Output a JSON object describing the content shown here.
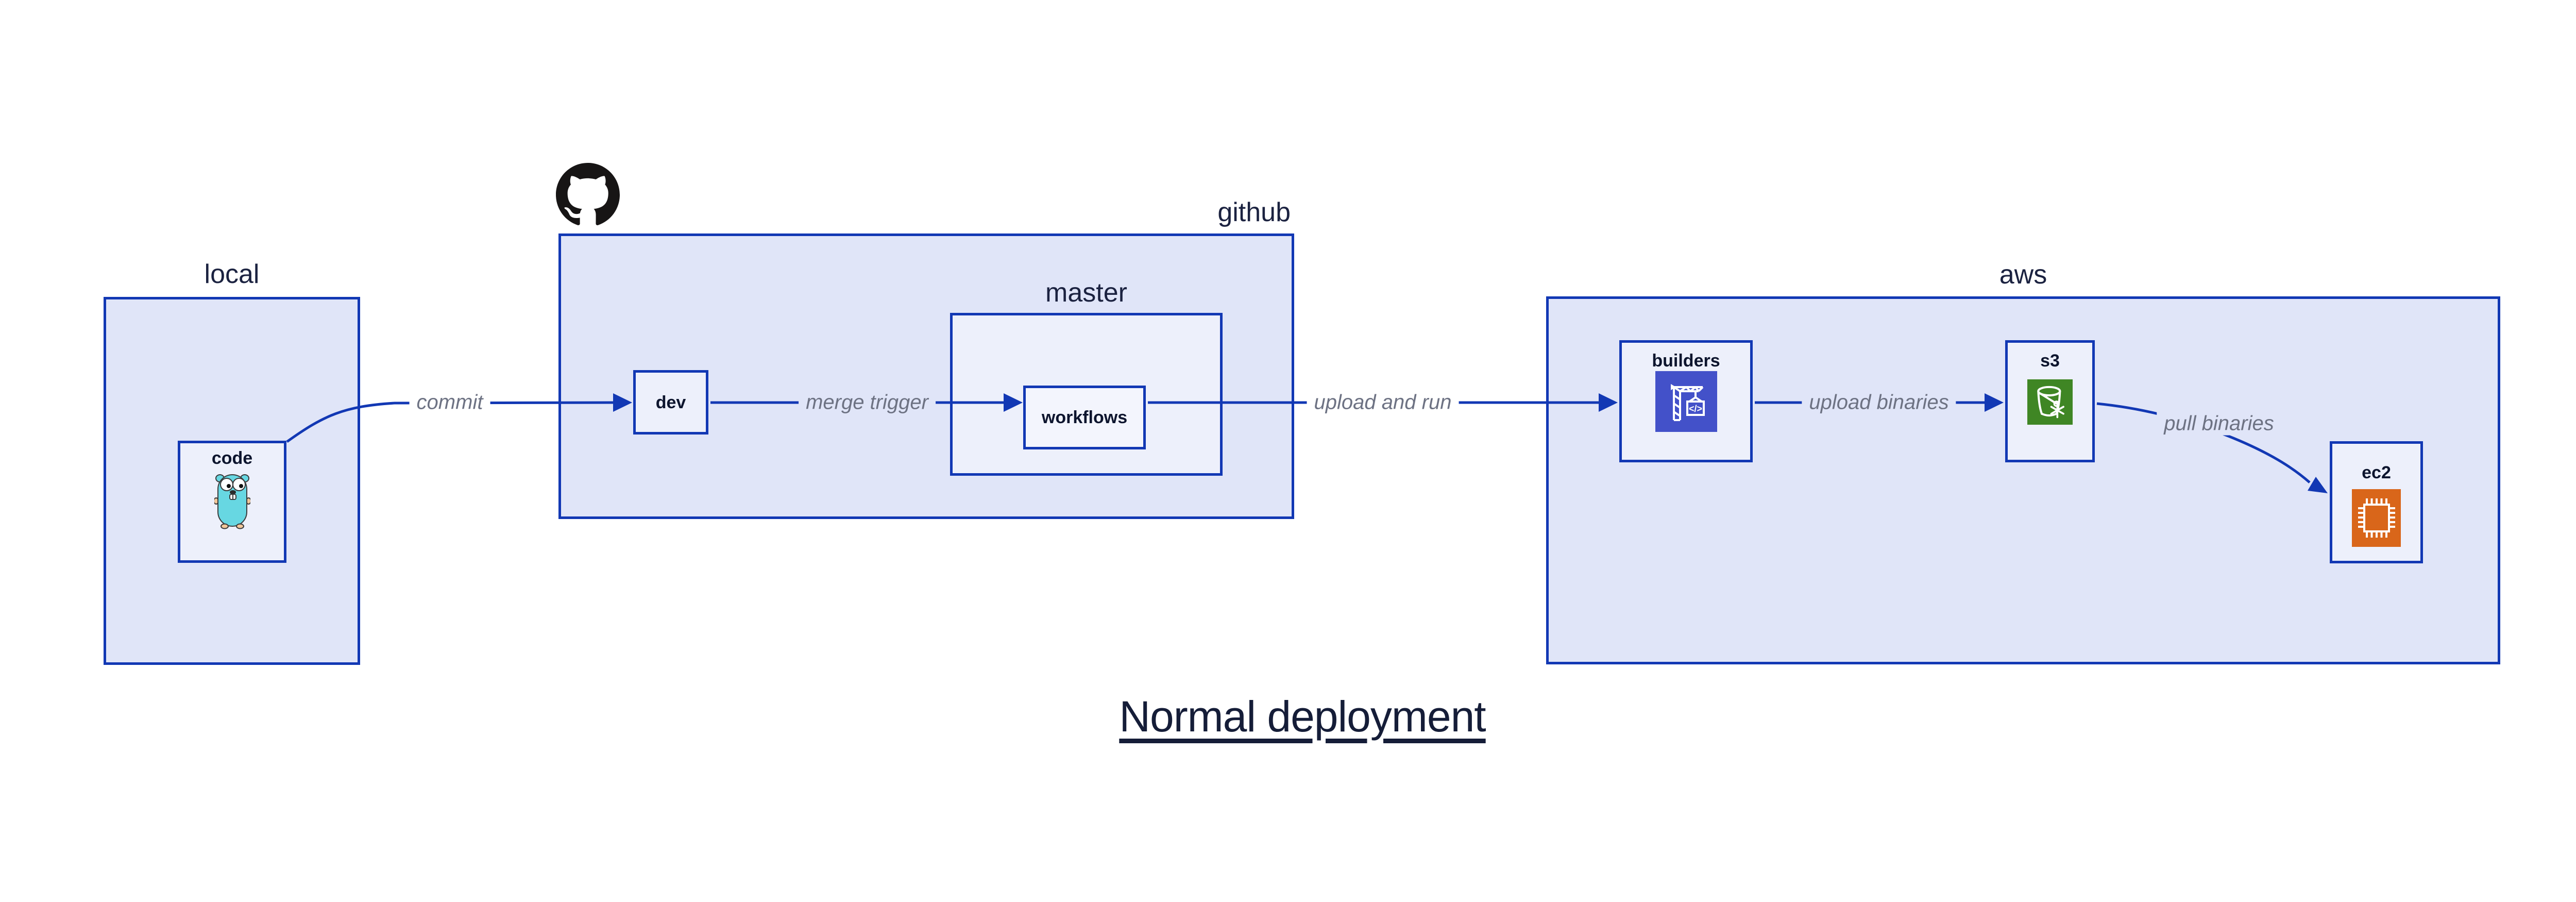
{
  "title": "Normal deployment",
  "groups": {
    "local": {
      "label": "local"
    },
    "github": {
      "label": "github"
    },
    "master": {
      "label": "master"
    },
    "aws": {
      "label": "aws"
    }
  },
  "nodes": {
    "code": {
      "label": "code",
      "icon": "go-gopher"
    },
    "dev": {
      "label": "dev"
    },
    "workflows": {
      "label": "workflows"
    },
    "builders": {
      "label": "builders",
      "icon": "codebuild-crane",
      "icon_glyph": "</>"
    },
    "s3": {
      "label": "s3",
      "icon": "s3-bucket"
    },
    "ec2": {
      "label": "ec2",
      "icon": "ec2-chip"
    }
  },
  "edges": {
    "commit": {
      "label": "commit"
    },
    "merge_trigger": {
      "label": "merge trigger"
    },
    "upload_and_run": {
      "label": "upload and run"
    },
    "upload_binaries": {
      "label": "upload binaries"
    },
    "pull_binaries": {
      "label": "pull binaries"
    }
  },
  "colors": {
    "background": "#ffffff",
    "container_fill": "#e0e5f8",
    "node_fill": "#edf0fb",
    "workflows_fill": "#f3f5fd",
    "border_blue": "#1238b4",
    "label_dark": "#1b2240",
    "node_label_dark": "#0d152e",
    "edge_label_gray": "#6d7283",
    "github_black": "#171515",
    "gopher_teal": "#67d7e2",
    "builders_icon_bg": "#4351c9",
    "s3_icon_bg": "#3f8624",
    "ec2_icon_bg": "#d9661a"
  }
}
